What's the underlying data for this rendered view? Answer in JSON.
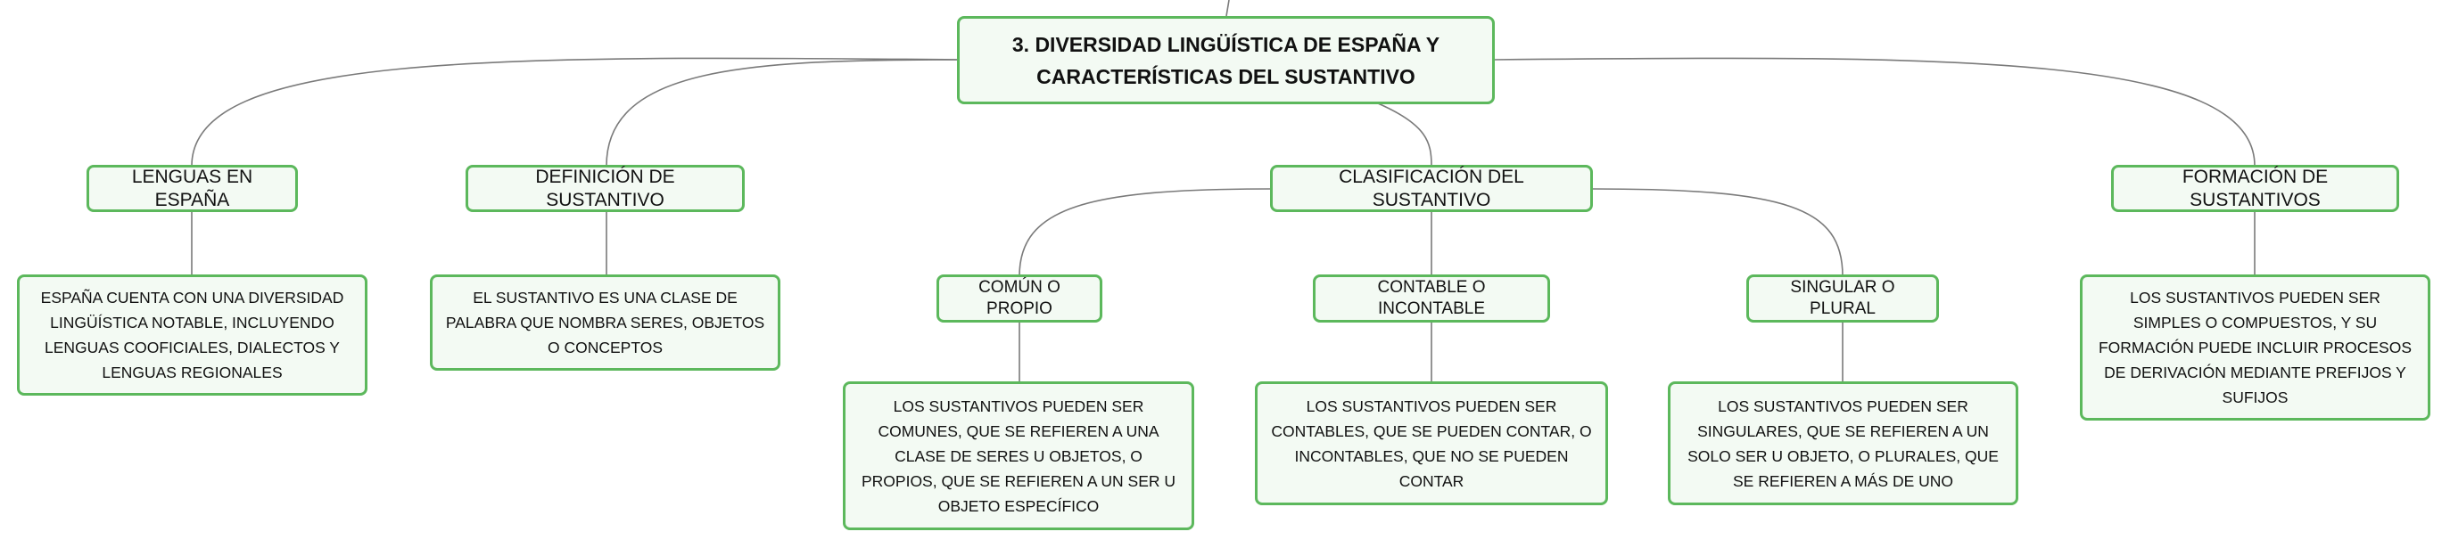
{
  "root": {
    "title": "3. DIVERSIDAD LINGÜÍSTICA DE ESPAÑA Y CARACTERÍSTICAS DEL SUSTANTIVO"
  },
  "branches": [
    {
      "label": "LENGUAS EN ESPAÑA",
      "detail": "ESPAÑA CUENTA CON UNA DIVERSIDAD LINGÜÍSTICA NOTABLE, INCLUYENDO LENGUAS COOFICIALES, DIALECTOS Y LENGUAS REGIONALES"
    },
    {
      "label": "DEFINICIÓN DE SUSTANTIVO",
      "detail": "EL SUSTANTIVO ES UNA CLASE DE PALABRA QUE NOMBRA SERES, OBJETOS O CONCEPTOS"
    },
    {
      "label": "CLASIFICACIÓN DEL SUSTANTIVO",
      "children": [
        {
          "label": "COMÚN O PROPIO",
          "detail": "LOS SUSTANTIVOS PUEDEN SER COMUNES, QUE SE REFIEREN A UNA CLASE DE SERES U OBJETOS, O PROPIOS, QUE SE REFIEREN A UN SER U OBJETO ESPECÍFICO"
        },
        {
          "label": "CONTABLE O INCONTABLE",
          "detail": "LOS SUSTANTIVOS PUEDEN SER CONTABLES, QUE SE PUEDEN CONTAR, O INCONTABLES, QUE NO SE PUEDEN CONTAR"
        },
        {
          "label": "SINGULAR O PLURAL",
          "detail": "LOS SUSTANTIVOS PUEDEN SER SINGULARES, QUE SE REFIEREN A UN SOLO SER U OBJETO, O PLURALES, QUE SE REFIEREN A MÁS DE UNO"
        }
      ]
    },
    {
      "label": "FORMACIÓN DE SUSTANTIVOS",
      "detail": "LOS SUSTANTIVOS PUEDEN SER SIMPLES O COMPUESTOS, Y SU FORMACIÓN PUEDE INCLUIR PROCESOS DE DERIVACIÓN MEDIANTE PREFIJOS Y SUFIJOS"
    }
  ],
  "colors": {
    "node_border": "#5cb85c",
    "node_fill": "#f3faf3",
    "connector": "#7a7a7a"
  }
}
